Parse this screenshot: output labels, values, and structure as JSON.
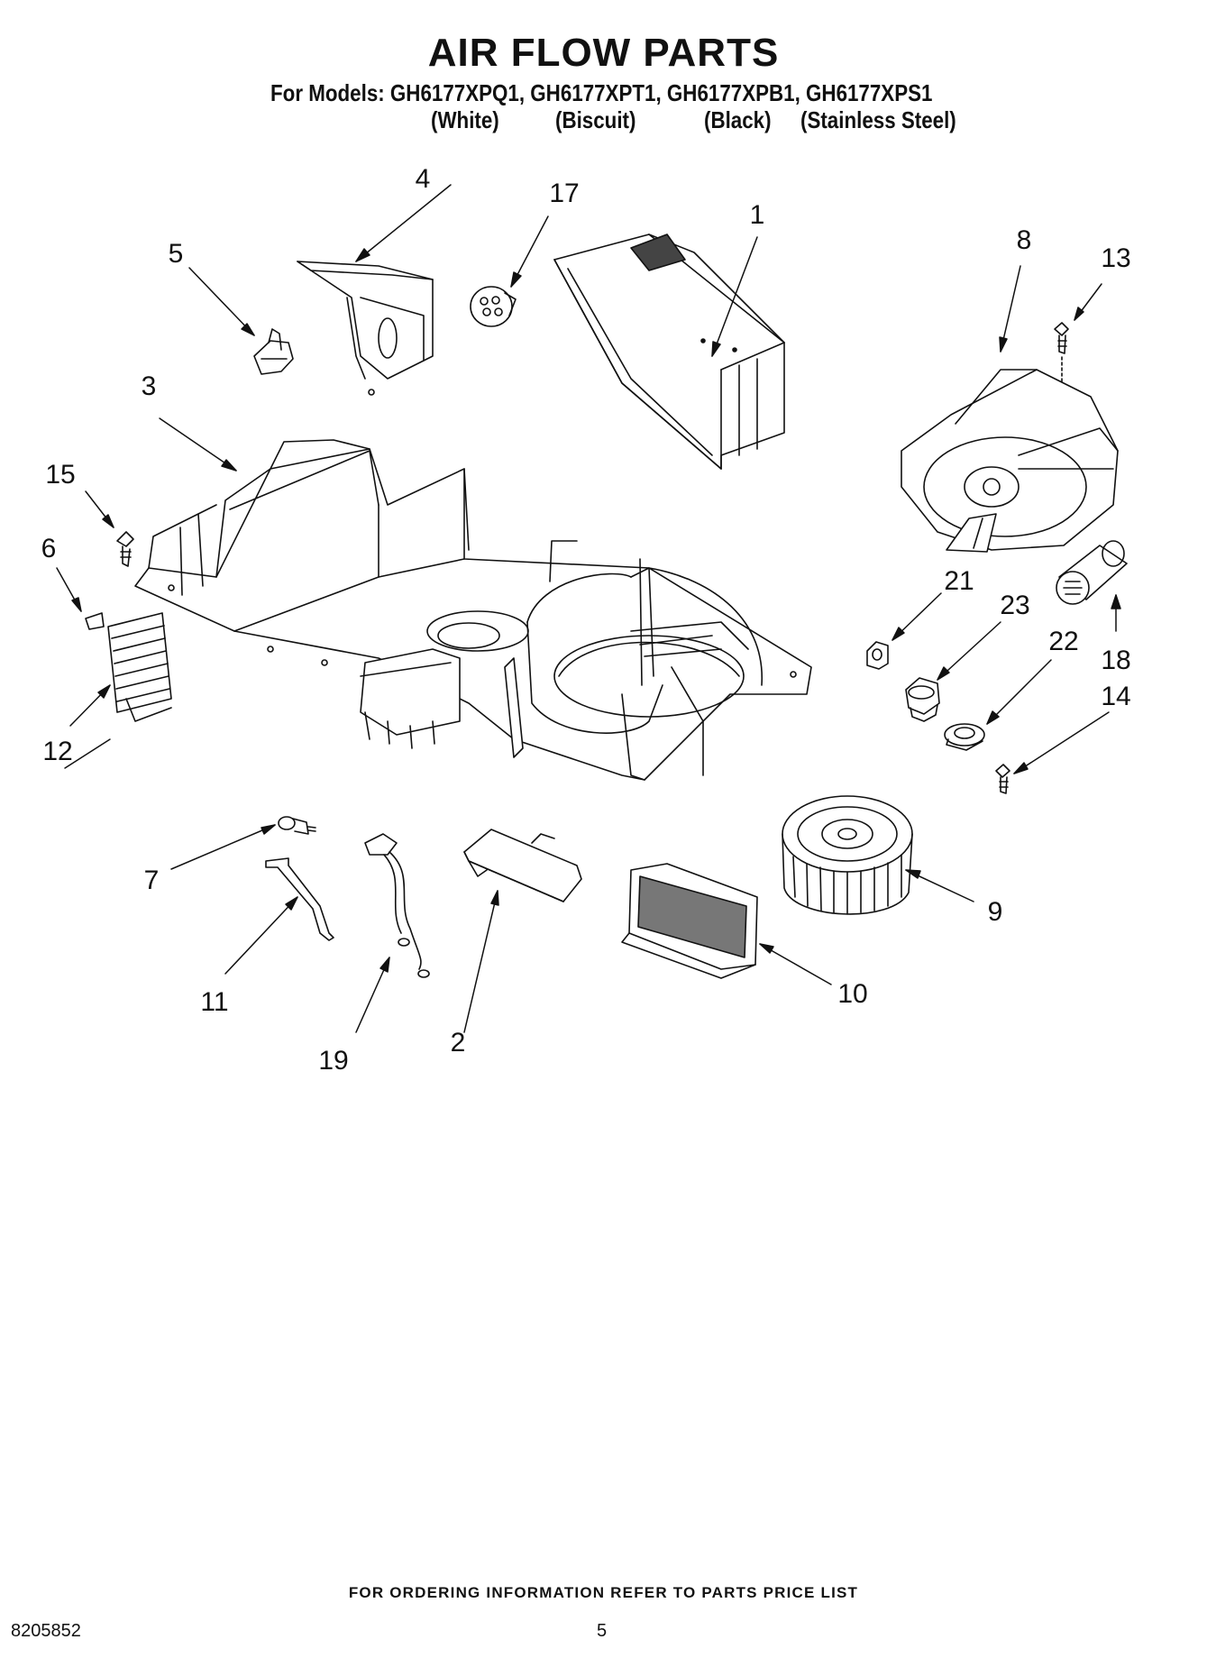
{
  "title": "AIR FLOW PARTS",
  "models_line": "For Models: GH6177XPQ1, GH6177XPT1, GH6177XPB1, GH6177XPS1",
  "colors": [
    "(White)",
    "(Biscuit)",
    "(Black)",
    "(Stainless Steel)"
  ],
  "callouts": [
    "1",
    "2",
    "3",
    "4",
    "5",
    "6",
    "7",
    "8",
    "9",
    "10",
    "11",
    "12",
    "13",
    "14",
    "15",
    "17",
    "18",
    "19",
    "21",
    "22",
    "23"
  ],
  "footer": "FOR ORDERING INFORMATION REFER TO PARTS PRICE LIST",
  "doc_number": "8205852",
  "page_number": "5"
}
